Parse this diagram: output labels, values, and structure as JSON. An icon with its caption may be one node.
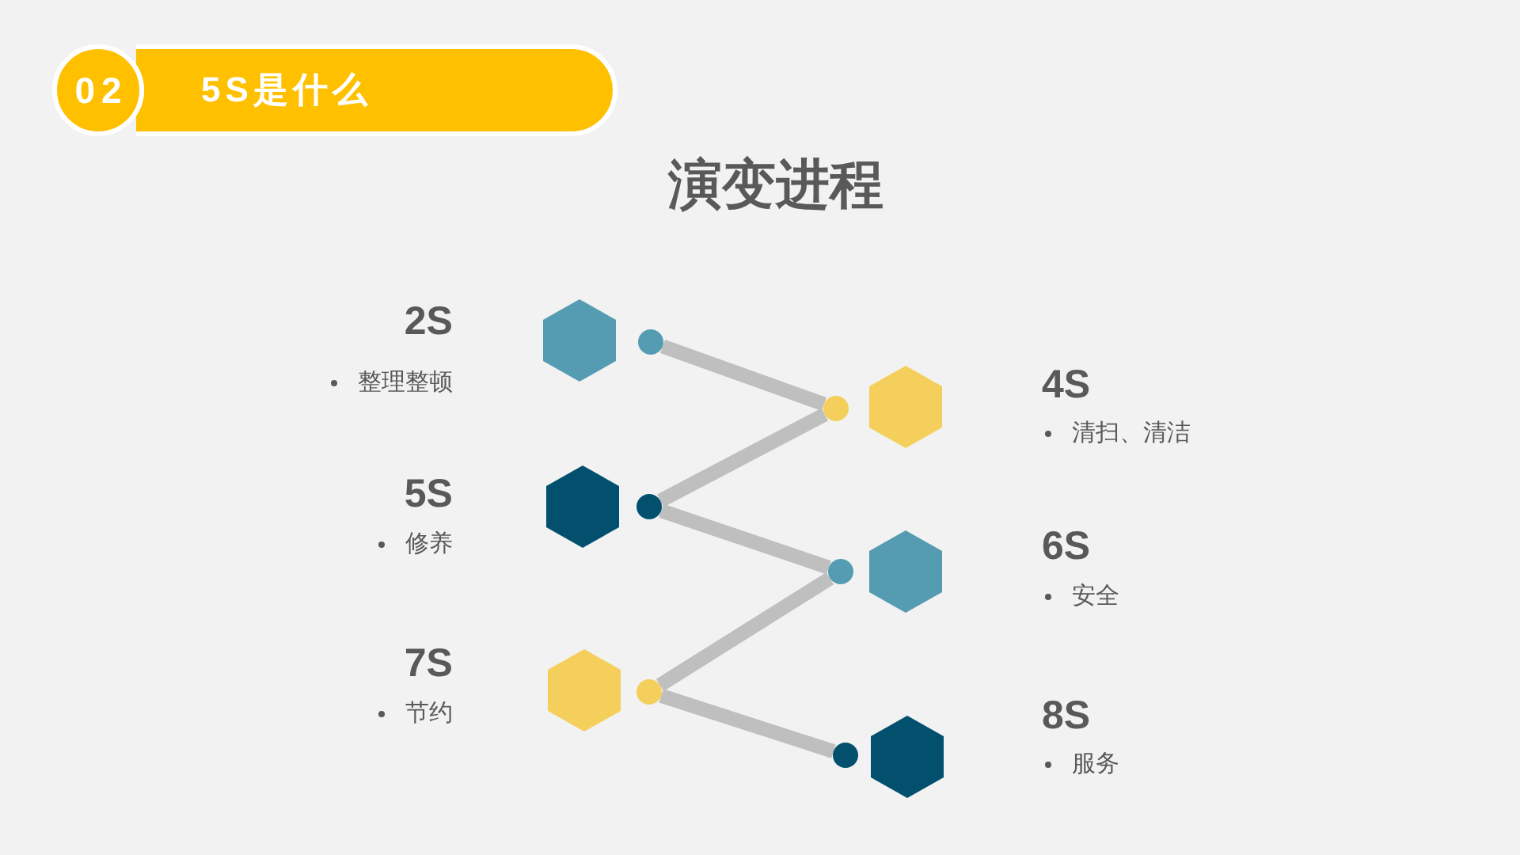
{
  "diagram": {
    "title": "演变进程",
    "nodes": [
      {
        "text": [
          "02"
        ]
      },
      {
        "text": [
          "5S是什么"
        ]
      },
      {
        "text": [],
        "shape": "hexagon",
        "beside": [
          "2S",
          "整理整顿"
        ]
      },
      {
        "text": [],
        "shape": "hexagon",
        "beside": [
          "4S",
          "清扫、清洁"
        ]
      },
      {
        "text": [],
        "shape": "hexagon",
        "beside": [
          "5S",
          "修养"
        ]
      },
      {
        "text": [],
        "shape": "hexagon",
        "beside": [
          "6S",
          "安全"
        ]
      },
      {
        "text": [],
        "shape": "hexagon",
        "beside": [
          "7S",
          "节约"
        ]
      },
      {
        "text": [],
        "shape": "hexagon",
        "beside": [
          "8S",
          "服务"
        ]
      },
      {
        "text": [],
        "shape": "circle"
      },
      {
        "text": [],
        "shape": "circle"
      },
      {
        "text": [],
        "shape": "circle"
      },
      {
        "text": [],
        "shape": "circle"
      },
      {
        "text": [],
        "shape": "circle"
      },
      {
        "text": [],
        "shape": "circle"
      }
    ],
    "edges": [
      {
        "from": 8,
        "to": 9,
        "arrow": "none"
      },
      {
        "from": 9,
        "to": 10,
        "arrow": "none"
      },
      {
        "from": 10,
        "to": 11,
        "arrow": "none"
      },
      {
        "from": 11,
        "to": 12,
        "arrow": "none"
      },
      {
        "from": 12,
        "to": 13,
        "arrow": "none"
      }
    ]
  }
}
